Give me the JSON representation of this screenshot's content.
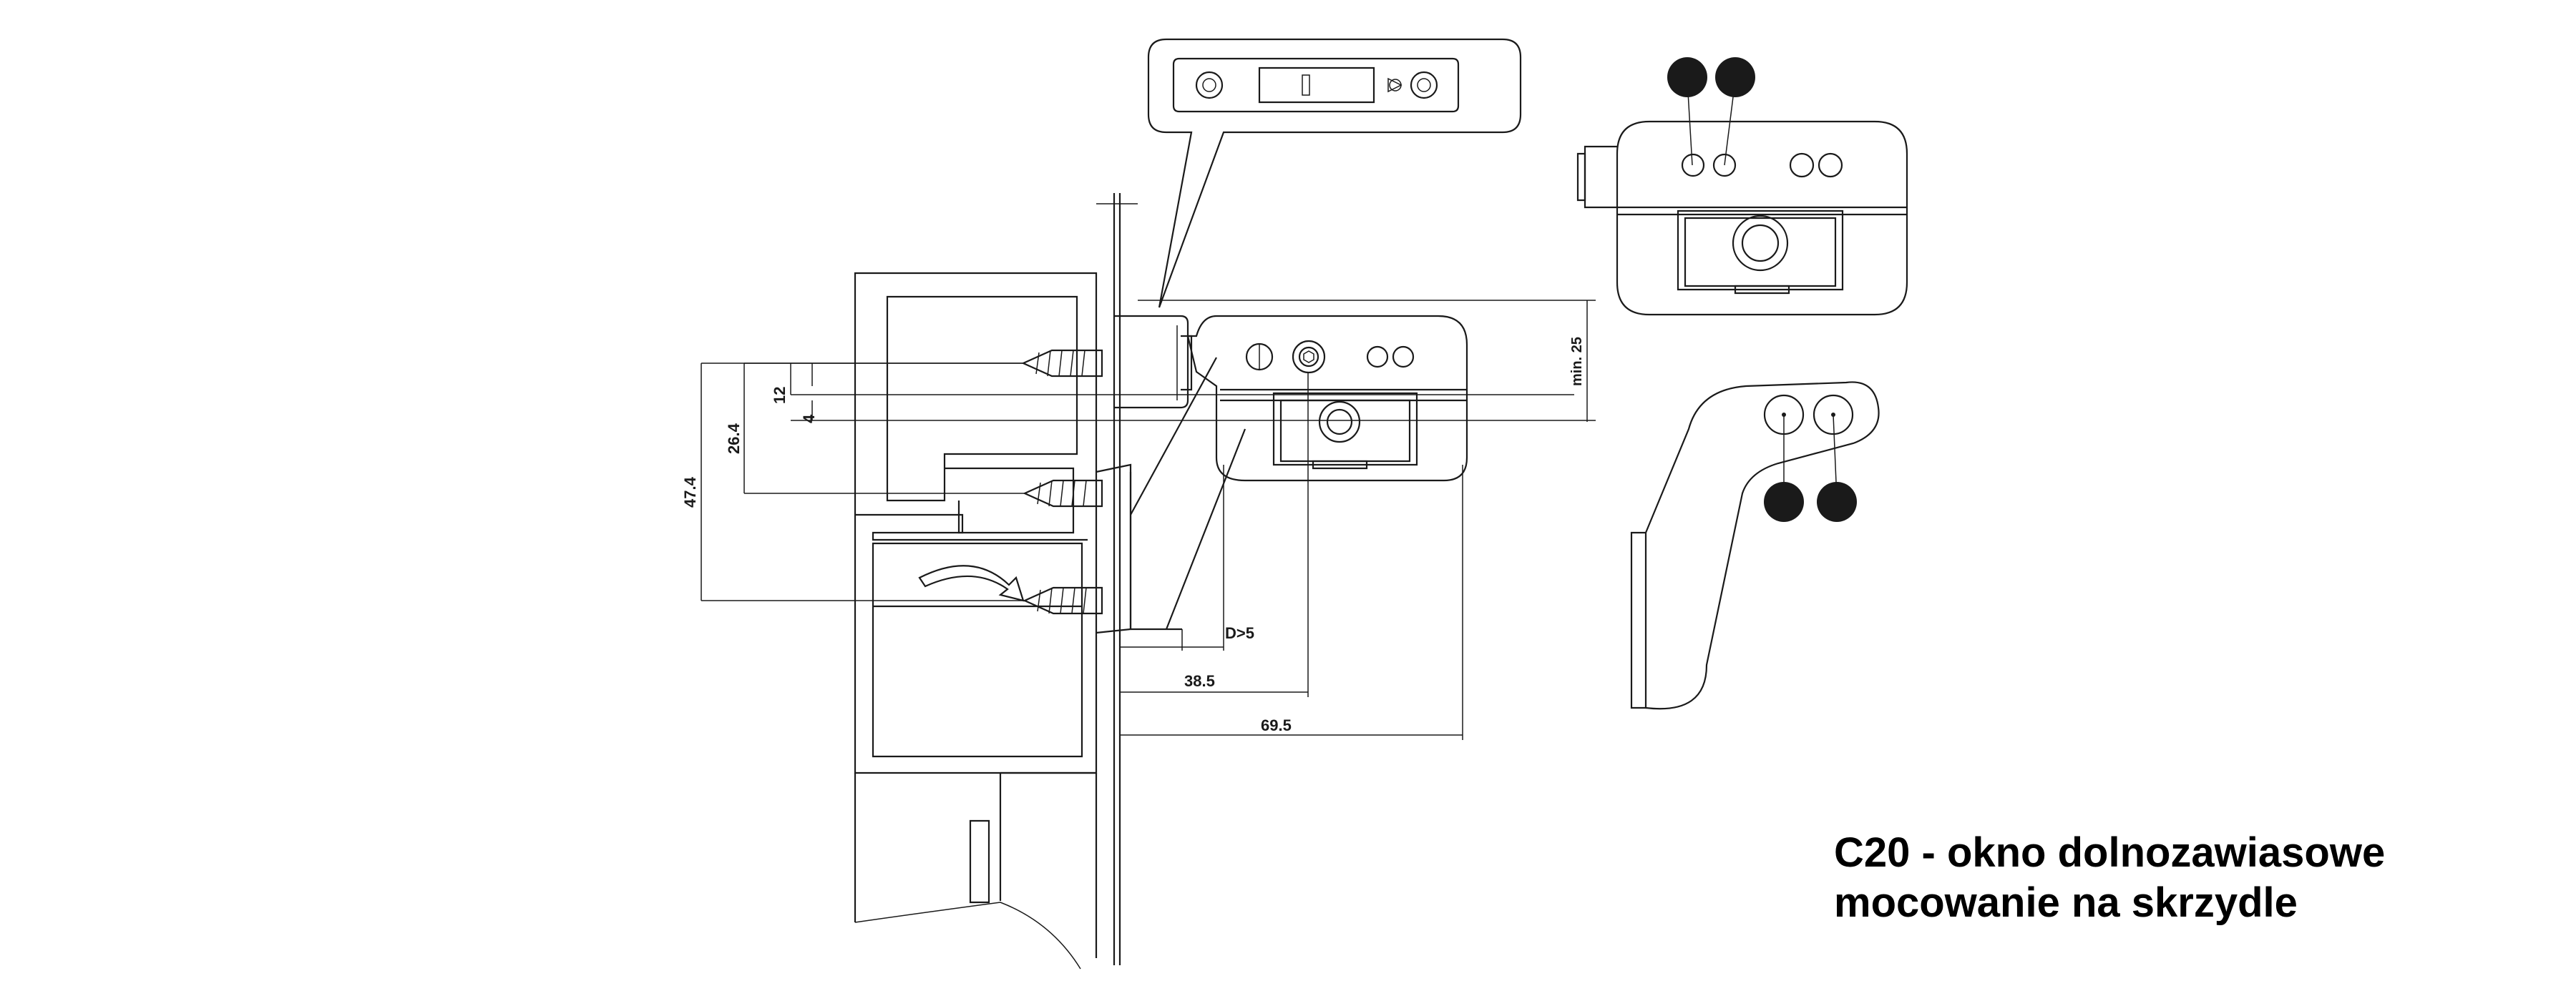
{
  "title": {
    "line1": "C20 - okno dolnozawiasowe",
    "line2": "mocowanie na skrzydle"
  },
  "dimensions": {
    "min_clearance": "min. 25",
    "d_gap": "D>5",
    "offset_38": "38.5",
    "offset_69": "69.5",
    "height_47": "47.4",
    "height_26": "26.4",
    "height_12": "12",
    "height_4": "4"
  },
  "markers": {
    "top_view_count": 2,
    "bracket_count": 2,
    "color": "#1a1a1a"
  }
}
